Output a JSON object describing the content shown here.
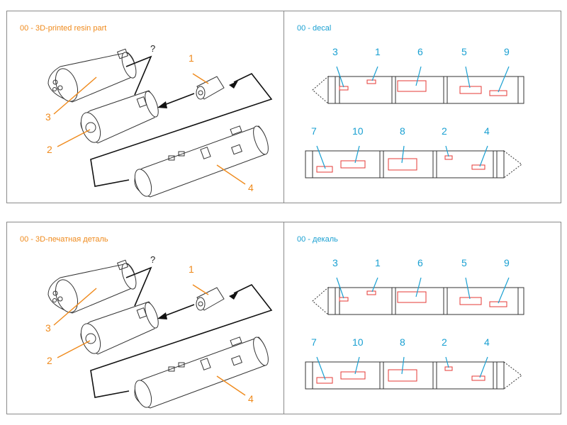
{
  "colors": {
    "orange": "#ef8a1c",
    "blue": "#1aa0d2",
    "decal_red": "#e53935"
  },
  "panels": [
    {
      "id": "tl",
      "code": "00",
      "title": " - 3D-printed resin part",
      "qmark": "?",
      "labels": [
        "1",
        "2",
        "3",
        "4"
      ]
    },
    {
      "id": "tr",
      "code": "00",
      "title": " - decal",
      "labels": [
        "1",
        "2",
        "3",
        "4",
        "5",
        "6",
        "7",
        "8",
        "9",
        "10"
      ]
    },
    {
      "id": "bl",
      "code": "00",
      "title": " - 3D-печатная деталь",
      "qmark": "?",
      "labels": [
        "1",
        "2",
        "3",
        "4"
      ]
    },
    {
      "id": "br",
      "code": "00",
      "title": " - декаль",
      "labels": [
        "1",
        "2",
        "3",
        "4",
        "5",
        "6",
        "7",
        "8",
        "9",
        "10"
      ]
    }
  ]
}
